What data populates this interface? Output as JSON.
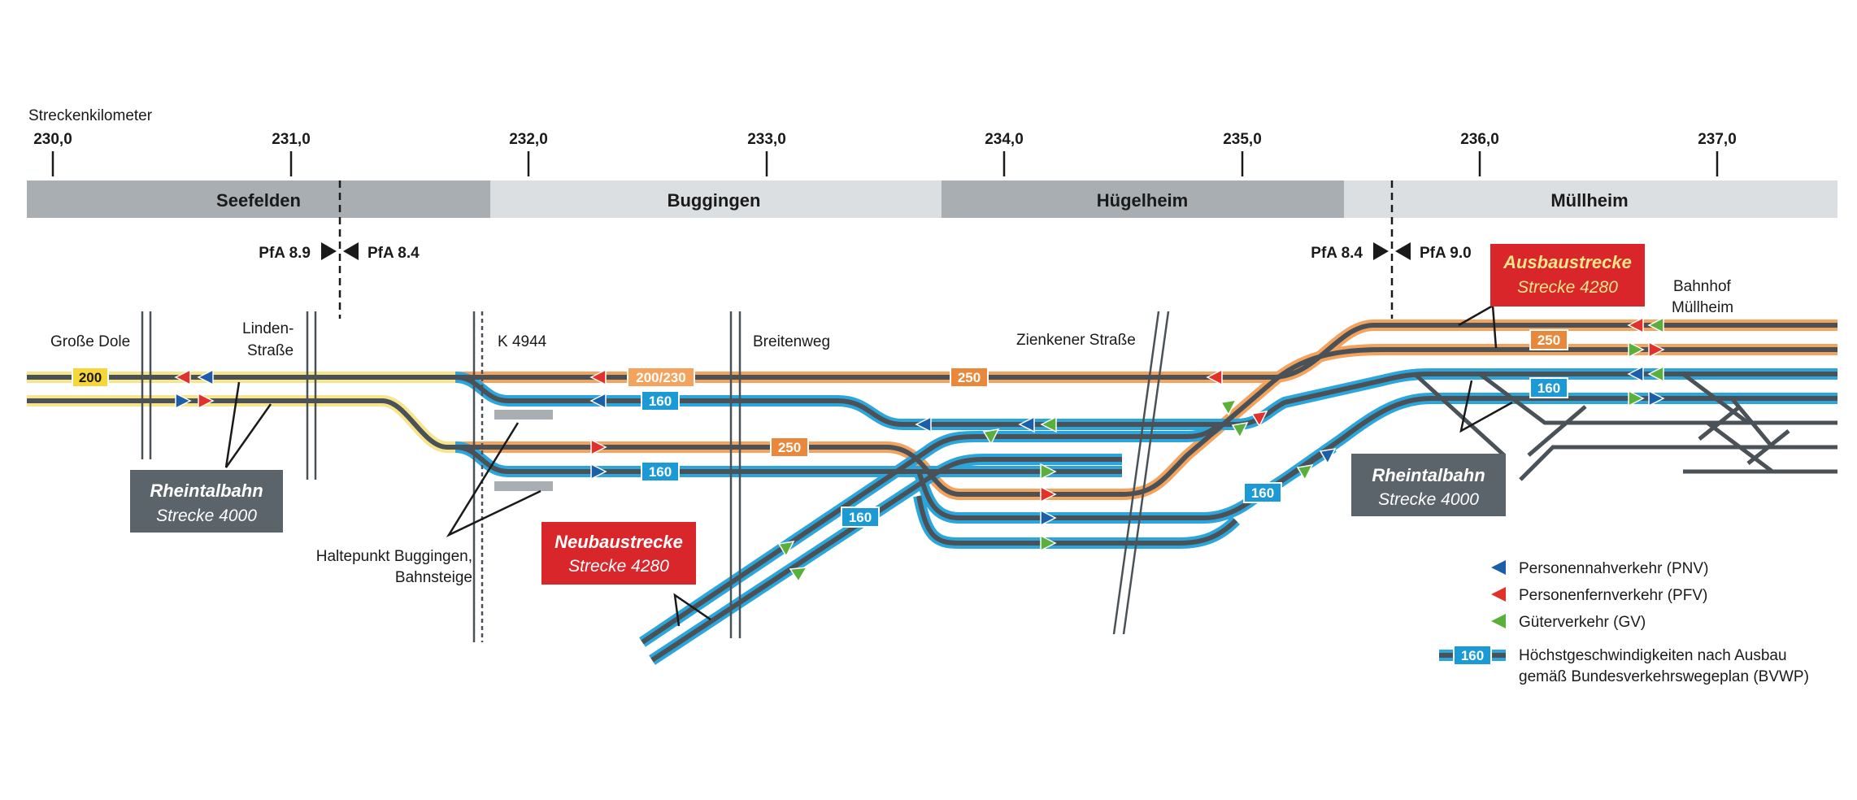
{
  "ruler": {
    "title": "Streckenkilometer",
    "ticks": [
      "230,0",
      "231,0",
      "232,0",
      "233,0",
      "234,0",
      "235,0",
      "236,0",
      "237,0"
    ]
  },
  "towns": [
    "Seefelden",
    "Buggingen",
    "Hügelheim",
    "Müllheim"
  ],
  "sections": {
    "left_a": "PfA 8.9",
    "left_b": "PfA 8.4",
    "right_a": "PfA 8.4",
    "right_b": "PfA 9.0"
  },
  "places": {
    "grosse_dole": "Große Dole",
    "linden_1": "Linden-",
    "linden_2": "Straße",
    "k4944": "K 4944",
    "breitenweg": "Breitenweg",
    "zienkener": "Zienkener Straße",
    "bahnhof_1": "Bahnhof",
    "bahnhof_2": "Müllheim",
    "haltepunkt_1": "Haltepunkt Buggingen,",
    "haltepunkt_2": "Bahnsteige"
  },
  "boxes": {
    "rheintal_left": {
      "title": "Rheintalbahn",
      "sub": "Strecke 4000"
    },
    "rheintal_right": {
      "title": "Rheintalbahn",
      "sub": "Strecke 4000"
    },
    "neubau": {
      "title": "Neubaustrecke",
      "sub": "Strecke 4280"
    },
    "ausbau": {
      "title": "Ausbaustrecke",
      "sub": "Strecke 4280"
    }
  },
  "speeds": {
    "s200": "200",
    "s200_230": "200/230",
    "s250_a": "250",
    "s250_b": "250",
    "s250_c": "250",
    "s160_a": "160",
    "s160_b": "160",
    "s160_c": "160",
    "s160_d": "160",
    "s160_e": "160"
  },
  "legend": {
    "pnv": "Personennahverkehr (PNV)",
    "pfv": "Personenfernverkehr (PFV)",
    "gv": "Güterverkehr (GV)",
    "speed_sample": "160",
    "speed_1": "Höchstgeschwindigkeiten nach Ausbau",
    "speed_2": "gemäß Bundesverkehrswegeplan (BVWP)"
  },
  "colors": {
    "track": "#4a5258",
    "orange": "#f5a25d",
    "blue": "#2ba6dc",
    "yellow": "#f6e58a",
    "pnv": "#1c5fa8",
    "pfv": "#e2312b",
    "gv": "#5ab03a",
    "red_box": "#d8262b",
    "grey_box": "#5b646a"
  }
}
